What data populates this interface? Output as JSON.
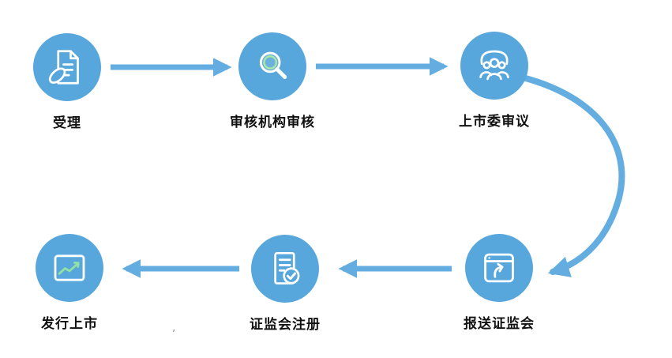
{
  "diagram": {
    "nodes": [
      {
        "id": "accept",
        "label": "受理",
        "icon": "document-pen-icon"
      },
      {
        "id": "review",
        "label": "审核机构审核",
        "icon": "magnifier-icon"
      },
      {
        "id": "committee",
        "label": "上市委审议",
        "icon": "committee-people-icon"
      },
      {
        "id": "submit",
        "label": "报送证监会",
        "icon": "submit-browser-icon"
      },
      {
        "id": "register",
        "label": "证监会注册",
        "icon": "document-check-icon"
      },
      {
        "id": "listing",
        "label": "发行上市",
        "icon": "listing-chart-icon"
      }
    ],
    "edges": [
      {
        "from": "accept",
        "to": "review"
      },
      {
        "from": "review",
        "to": "committee"
      },
      {
        "from": "committee",
        "to": "submit"
      },
      {
        "from": "submit",
        "to": "register"
      },
      {
        "from": "register",
        "to": "listing"
      }
    ],
    "colors": {
      "node_fill": "#57a7dc",
      "arrow": "#64ade0",
      "icon_stroke": "#ffffff",
      "accent_green": "#90e2a2",
      "label_color": "#111111",
      "background": "#ffffff"
    },
    "stray_mark": "’"
  }
}
